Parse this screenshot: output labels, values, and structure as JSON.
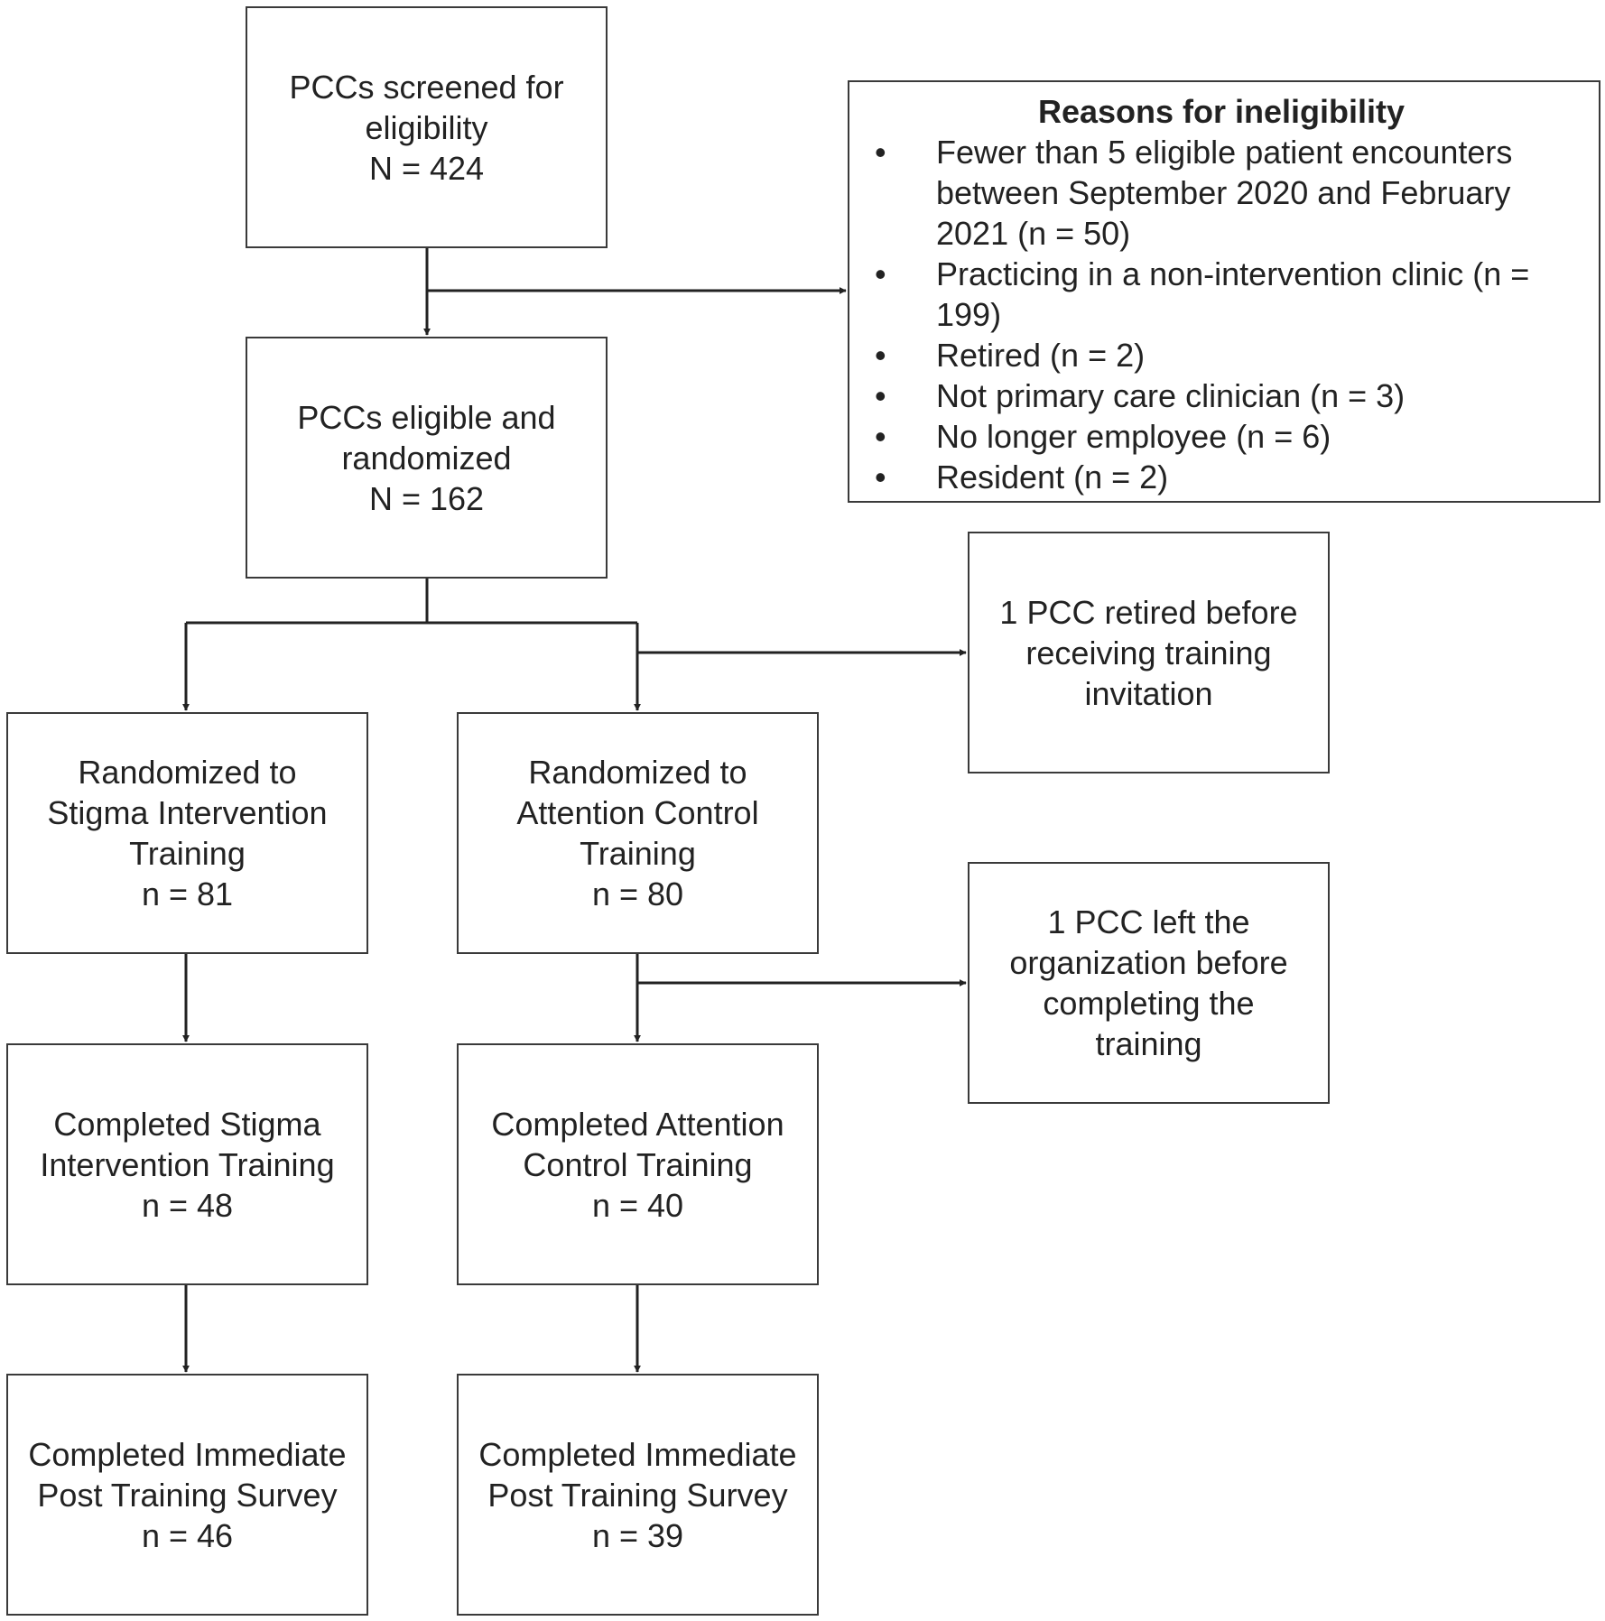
{
  "screened": {
    "lines": [
      "PCCs screened for",
      "eligibility",
      "N = 424"
    ]
  },
  "eligible": {
    "lines": [
      "PCCs eligible and",
      "randomized",
      "N = 162"
    ]
  },
  "ineligibility": {
    "title": "Reasons for ineligibility",
    "reasons": [
      "Fewer than 5 eligible patient encounters between September 2020 and February 2021 (n = 50)",
      "Practicing in a non-intervention clinic (n = 199)",
      "Retired (n = 2)",
      "Not primary care clinician (n = 3)",
      "No longer employee (n = 6)",
      "Resident (n = 2)"
    ]
  },
  "stigma_arm": {
    "randomized": {
      "lines": [
        "Randomized to",
        "Stigma Intervention",
        "Training",
        "n = 81"
      ]
    },
    "completed_training": {
      "lines": [
        "Completed Stigma",
        "Intervention Training",
        "n = 48"
      ]
    },
    "completed_survey": {
      "lines": [
        "Completed Immediate",
        "Post Training Survey",
        "n = 46"
      ]
    }
  },
  "control_arm": {
    "randomized": {
      "lines": [
        "Randomized to",
        "Attention Control",
        "Training",
        "n = 80"
      ]
    },
    "completed_training": {
      "lines": [
        "Completed Attention",
        "Control Training",
        "n = 40"
      ]
    },
    "completed_survey": {
      "lines": [
        "Completed Immediate",
        "Post Training Survey",
        "n = 39"
      ]
    }
  },
  "exclusions": {
    "retired": {
      "lines": [
        "1 PCC retired before",
        "receiving training",
        "invitation"
      ]
    },
    "left": {
      "lines": [
        "1 PCC left the",
        "organization before",
        "completing the",
        "training"
      ]
    }
  },
  "colors": {
    "line": "#222222",
    "border": "#3a3a3a"
  }
}
